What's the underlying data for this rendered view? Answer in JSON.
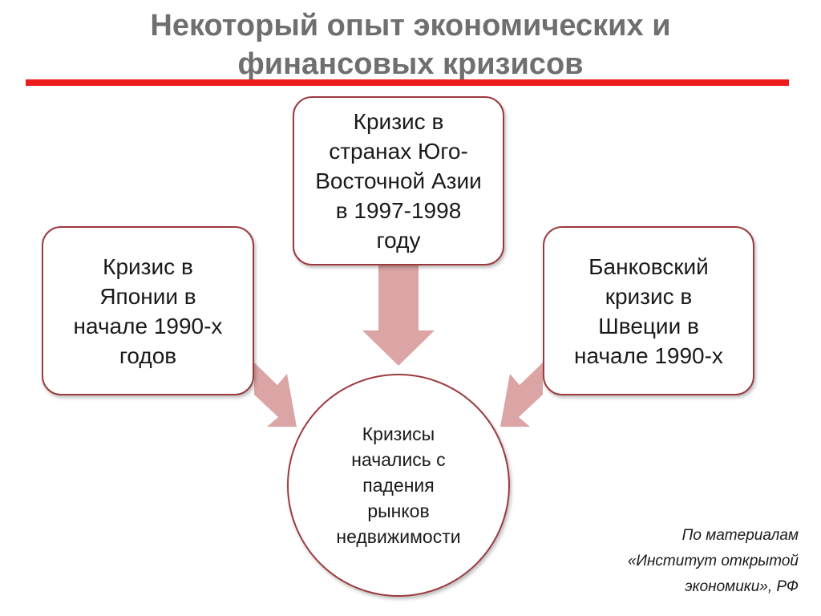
{
  "title": {
    "line1": "Некоторый опыт экономических и",
    "line2": "финансовых кризисов"
  },
  "colors": {
    "title_text": "#6f6f6f",
    "title_rule": "#ee1c1c",
    "node_border": "#9c3b3f",
    "arrow_fill": "#dca5a5"
  },
  "nodes": {
    "top": {
      "lines": [
        "Кризис в",
        "странах Юго-",
        "Восточной Азии",
        "в 1997-1998",
        "году"
      ]
    },
    "left": {
      "lines": [
        "Кризис в",
        "Японии в",
        "начале 1990-х",
        "годов"
      ]
    },
    "right": {
      "lines": [
        "Банковский",
        "кризис в",
        "Швеции в",
        "начале 1990-х"
      ]
    },
    "center": {
      "lines": [
        "Кризисы",
        "начались с",
        "падения",
        "рынков",
        "недвижимости"
      ]
    }
  },
  "source": {
    "lines": [
      "По материалам",
      "«Институт открытой",
      "экономики», РФ"
    ]
  }
}
